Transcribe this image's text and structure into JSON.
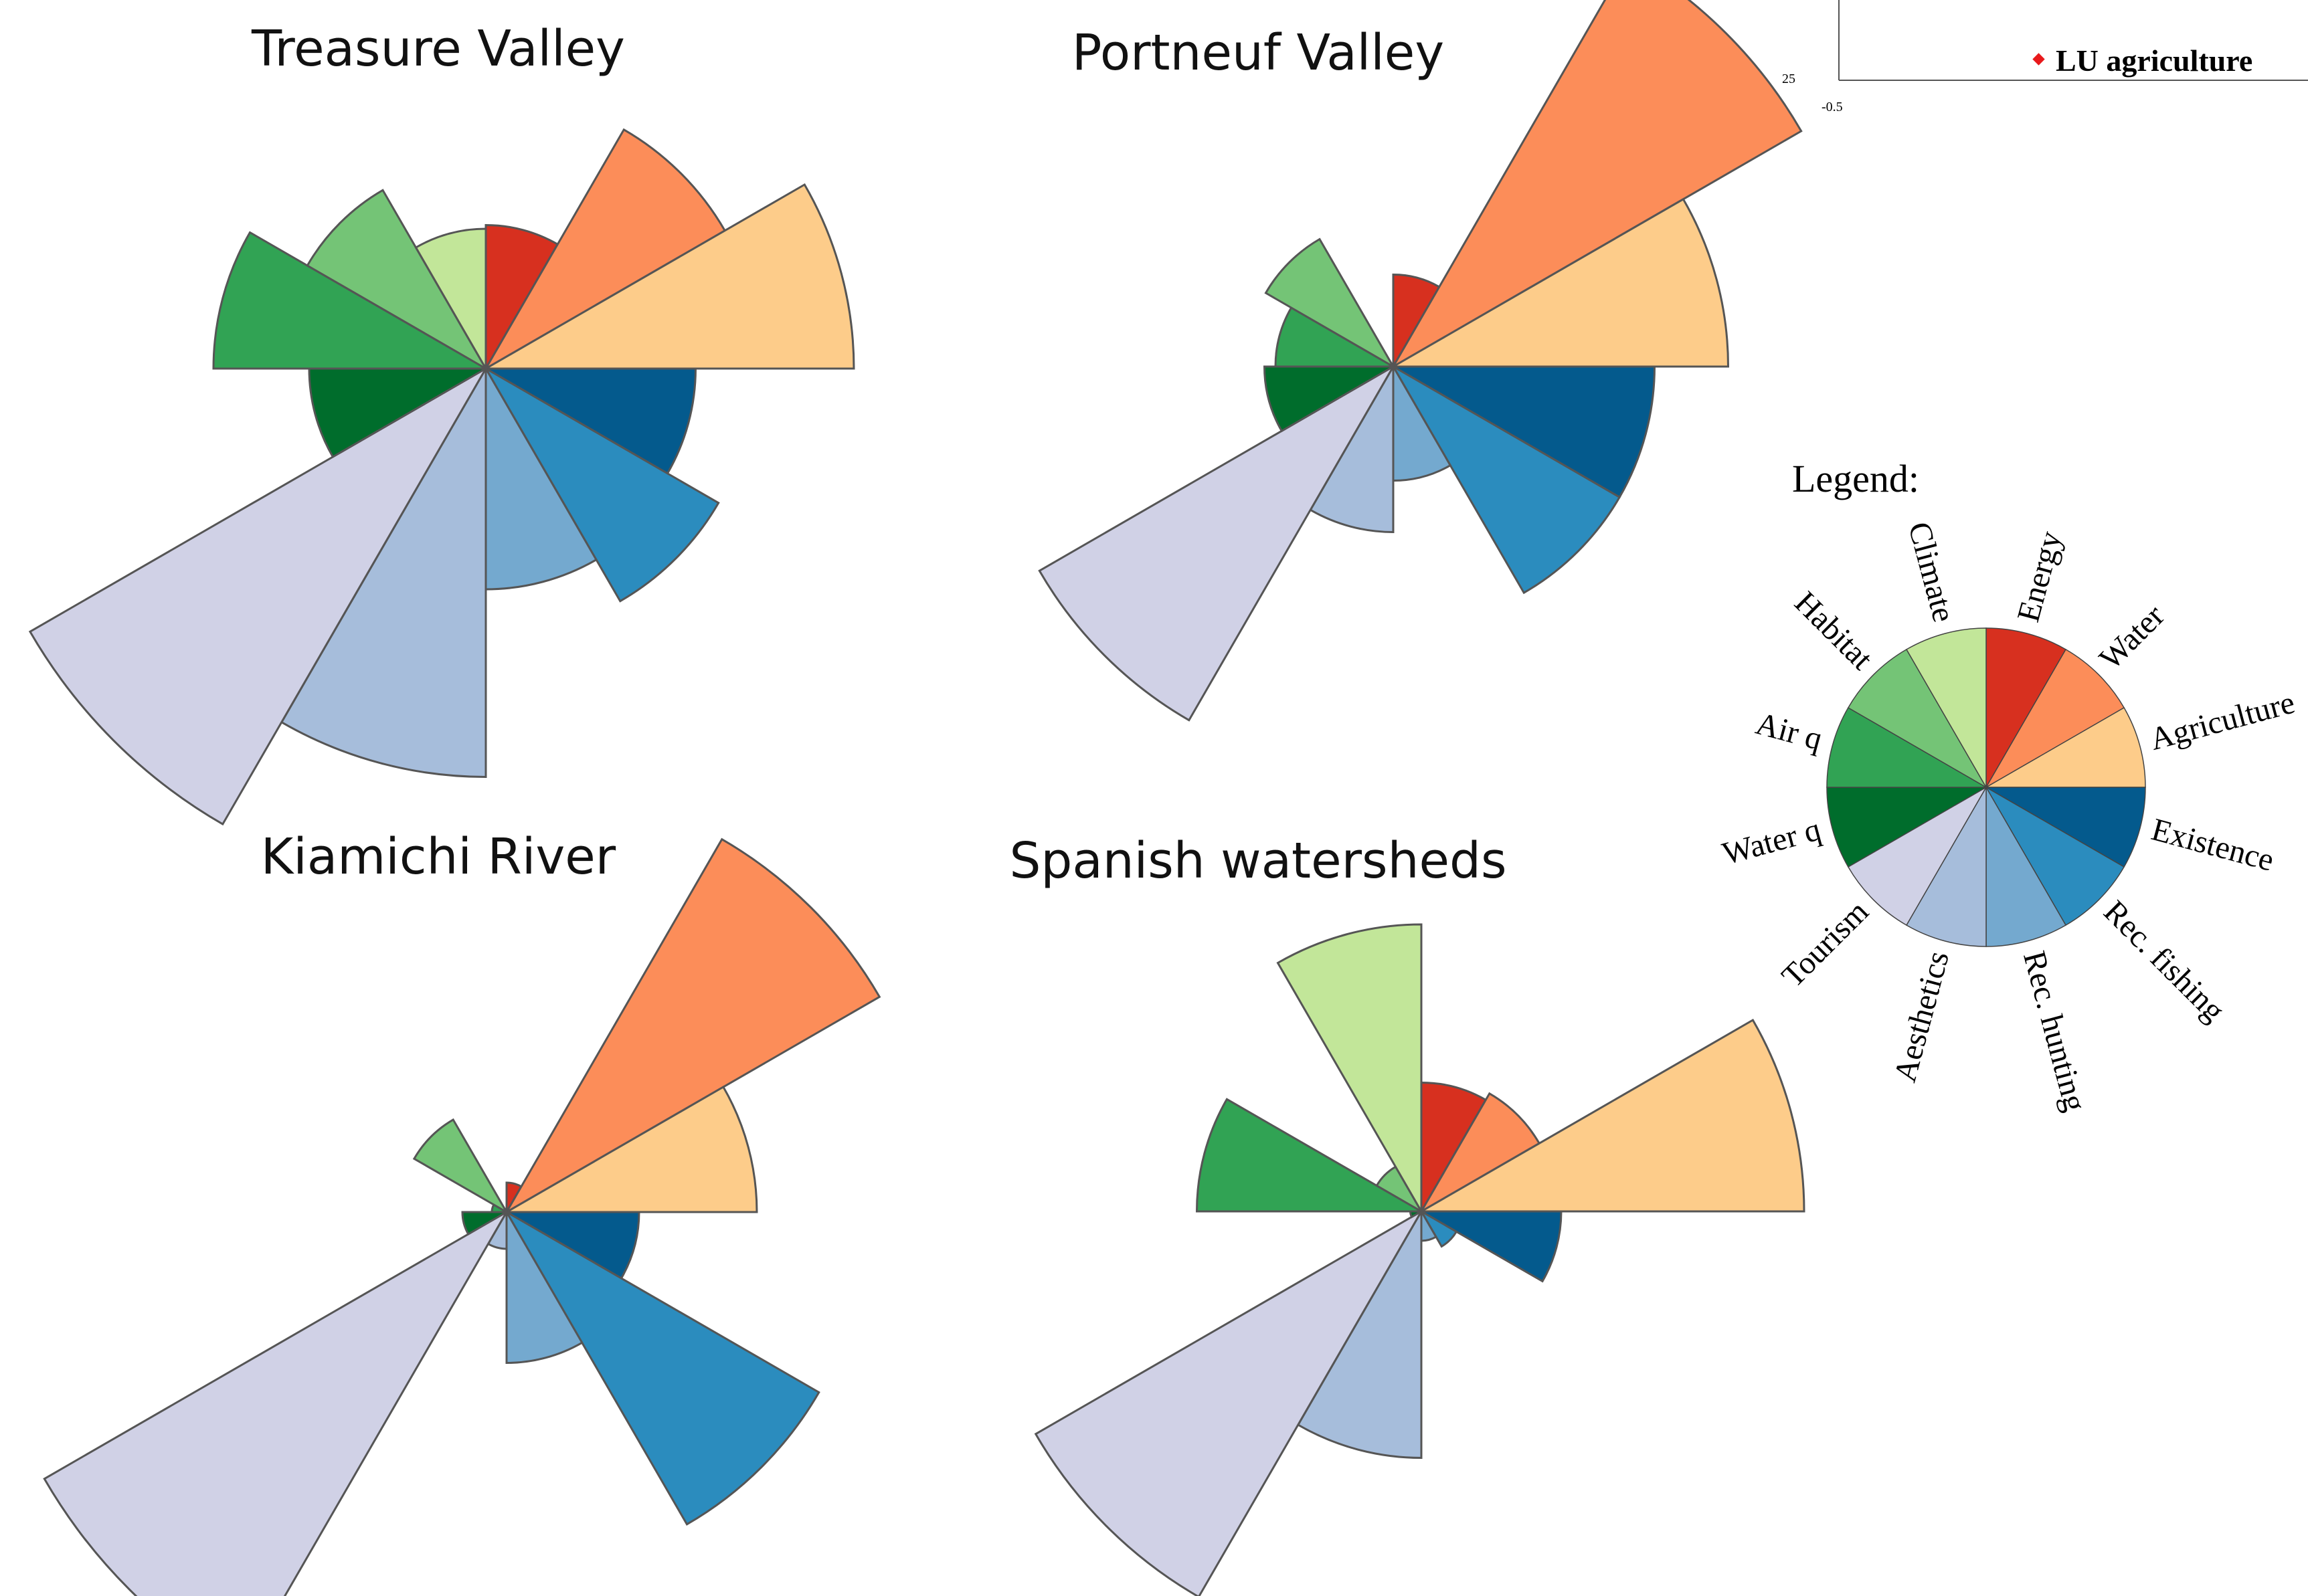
{
  "colors": {
    "Energy": "#d7301f",
    "Water": "#fc8d59",
    "Agriculture": "#fdcc8a",
    "Existence": "#045a8d",
    "Rec. fishing": "#2b8cbe",
    "Rec. hunting": "#74a9cf",
    "Aesthetics": "#a6bddb",
    "Tourism": "#d0d1e6",
    "Water q": "#006d2c",
    "Air q": "#31a354",
    "Habitat": "#74c476",
    "Climate": "#c2e699"
  },
  "chart_data": [
    {
      "type": "polar-area",
      "title": "Treasure Valley",
      "categories": [
        "Energy",
        "Water",
        "Agriculture",
        "Existence",
        "Rec. fishing",
        "Rec. hunting",
        "Aesthetics",
        "Tourism",
        "Water q",
        "Air q",
        "Habitat",
        "Climate"
      ],
      "values": [
        0.39,
        0.75,
        1.0,
        0.57,
        0.73,
        0.6,
        1.11,
        1.43,
        0.48,
        0.74,
        0.56,
        0.38
      ]
    },
    {
      "type": "polar-area",
      "title": "Portneuf Valley",
      "categories": [
        "Energy",
        "Water",
        "Agriculture",
        "Existence",
        "Rec. fishing",
        "Rec. hunting",
        "Aesthetics",
        "Tourism",
        "Water q",
        "Air q",
        "Habitat",
        "Climate"
      ],
      "values": [
        0.25,
        1.28,
        0.91,
        0.71,
        0.71,
        0.31,
        0.45,
        1.11,
        0.35,
        0.32,
        0.4,
        0.0
      ]
    },
    {
      "type": "polar-area",
      "title": "Kiamichi River",
      "categories": [
        "Energy",
        "Water",
        "Agriculture",
        "Existence",
        "Rec. fishing",
        "Rec. hunting",
        "Aesthetics",
        "Tourism",
        "Water q",
        "Air q",
        "Habitat",
        "Climate"
      ],
      "values": [
        0.08,
        1.17,
        0.68,
        0.36,
        0.98,
        0.41,
        0.1,
        1.45,
        0.12,
        0.04,
        0.29,
        0.0
      ]
    },
    {
      "type": "polar-area",
      "title": "Spanish watersheds",
      "categories": [
        "Energy",
        "Water",
        "Agriculture",
        "Existence",
        "Rec. fishing",
        "Rec. hunting",
        "Aesthetics",
        "Tourism",
        "Water q",
        "Air q",
        "Habitat",
        "Climate"
      ],
      "values": [
        0.35,
        0.37,
        1.04,
        0.38,
        0.11,
        0.08,
        0.67,
        1.21,
        0.03,
        0.61,
        0.14,
        0.78
      ]
    }
  ],
  "legend": {
    "title": "Legend:",
    "categories": [
      "Energy",
      "Water",
      "Agriculture",
      "Existence",
      "Rec. fishing",
      "Rec. hunting",
      "Aesthetics",
      "Tourism",
      "Water q",
      "Air q",
      "Habitat",
      "Climate"
    ]
  },
  "fragment": {
    "label": "LU agriculture",
    "tick_y": "25",
    "tick_x": "-0.5",
    "marker_color": "#e8191b"
  }
}
